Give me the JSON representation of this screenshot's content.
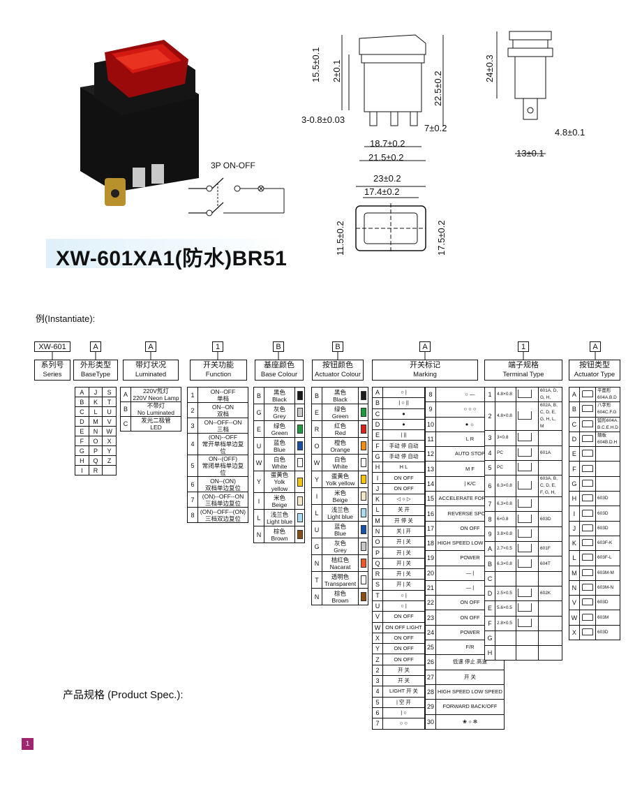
{
  "title": "XW-601XA1(防水)BR51",
  "circuit": {
    "label": "3P  ON-OFF"
  },
  "dimensions": {
    "side": [
      "15.5±0.1",
      "2±0.1",
      "22.5±0.2",
      "3-0.8±0.03",
      "7±0.2",
      "18.7±0.2",
      "21.5±0.2"
    ],
    "profile": [
      "24±0.3",
      "4.8±0.1",
      "13±0.1"
    ],
    "top": [
      "23±0.2",
      "17.4±0.2",
      "11.5±0.2",
      "17.5±0.2"
    ]
  },
  "instantiate_label": "例(Instantiate):",
  "product_spec_label": "产品规格 (Product Spec.):",
  "page_number": "1",
  "codes": [
    "XW-601",
    "A",
    "A",
    "1",
    "B",
    "B",
    "A",
    "1",
    "A"
  ],
  "headers": [
    {
      "cn": "系列号",
      "en": "Series"
    },
    {
      "cn": "外形类型",
      "en": "BaseType"
    },
    {
      "cn": "带灯状况",
      "en": "Luminated"
    },
    {
      "cn": "开关功能",
      "en": "Function"
    },
    {
      "cn": "基座颜色",
      "en": "Base Colour"
    },
    {
      "cn": "按钮颜色",
      "en": "Actuator Colour"
    },
    {
      "cn": "开关标记",
      "en": "Marking"
    },
    {
      "cn": "端子规格",
      "en": "Terminal Type"
    },
    {
      "cn": "按钮类型",
      "en": "Actuator Type"
    }
  ],
  "base_type": [
    [
      "A",
      "J",
      "S"
    ],
    [
      "B",
      "K",
      "T"
    ],
    [
      "C",
      "L",
      "U"
    ],
    [
      "D",
      "M",
      "V"
    ],
    [
      "E",
      "N",
      "W"
    ],
    [
      "F",
      "O",
      "X"
    ],
    [
      "G",
      "P",
      "Y"
    ],
    [
      "H",
      "Q",
      "Z"
    ],
    [
      "I",
      "R",
      ""
    ]
  ],
  "luminated": [
    {
      "k": "A",
      "cn": "220V氖灯",
      "en": "220V Neon Lamp"
    },
    {
      "k": "B",
      "cn": "不带灯",
      "en": "No Luminated"
    },
    {
      "k": "C",
      "cn": "发光二极管",
      "en": "LED"
    }
  ],
  "function": [
    {
      "k": "1",
      "a": "ON--OFF",
      "b": "单档"
    },
    {
      "k": "2",
      "a": "ON--ON",
      "b": "双档"
    },
    {
      "k": "3",
      "a": "ON--OFF--ON",
      "b": "三档"
    },
    {
      "k": "4",
      "a": "(ON)--OFF",
      "b": "常开单档单边复位"
    },
    {
      "k": "5",
      "a": "ON--(OFF)",
      "b": "常闭单档单边复位"
    },
    {
      "k": "6",
      "a": "ON--(ON)",
      "b": "双档单边复位"
    },
    {
      "k": "7",
      "a": "(ON)--OFF--ON",
      "b": "三档单边复位"
    },
    {
      "k": "8",
      "a": "(ON)--OFF--(ON)",
      "b": "三档双边复位"
    }
  ],
  "base_colour": [
    {
      "k": "B",
      "cn": "黑色",
      "en": "Black",
      "c": "#1a1a1a"
    },
    {
      "k": "G",
      "cn": "灰色",
      "en": "Grey",
      "c": "#c8c8c8"
    },
    {
      "k": "E",
      "cn": "绿色",
      "en": "Green",
      "c": "#1b9a3c"
    },
    {
      "k": "U",
      "cn": "蓝色",
      "en": "Blue",
      "c": "#1450a8"
    },
    {
      "k": "W",
      "cn": "白色",
      "en": "White",
      "c": "#ffffff"
    },
    {
      "k": "Y",
      "cn": "蛋黄色",
      "en": "Yolk yellow",
      "c": "#f5c400"
    },
    {
      "k": "I",
      "cn": "米色",
      "en": "Beige",
      "c": "#f3e6c4"
    },
    {
      "k": "L",
      "cn": "浅兰色",
      "en": "Light blue",
      "c": "#a9dcf1"
    },
    {
      "k": "N",
      "cn": "棕色",
      "en": "Brown",
      "c": "#8a4e14"
    }
  ],
  "actuator_colour": [
    {
      "k": "B",
      "cn": "黑色",
      "en": "Black",
      "c": "#1a1a1a"
    },
    {
      "k": "E",
      "cn": "绿色",
      "en": "Green",
      "c": "#1b9a3c"
    },
    {
      "k": "R",
      "cn": "红色",
      "en": "Red",
      "c": "#d8201c"
    },
    {
      "k": "O",
      "cn": "橙色",
      "en": "Orange",
      "c": "#f08c12"
    },
    {
      "k": "W",
      "cn": "白色",
      "en": "White",
      "c": "#ffffff"
    },
    {
      "k": "Y",
      "cn": "蛋黄色",
      "en": "Yolk yellow",
      "c": "#f5c400"
    },
    {
      "k": "I",
      "cn": "米色",
      "en": "Beige",
      "c": "#f3e6c4"
    },
    {
      "k": "L",
      "cn": "浅兰色",
      "en": "Light blue",
      "c": "#a9dcf1"
    },
    {
      "k": "U",
      "cn": "蓝色",
      "en": "Blue",
      "c": "#1450a8"
    },
    {
      "k": "G",
      "cn": "灰色",
      "en": "Grey",
      "c": "#c8c8c8"
    },
    {
      "k": "N",
      "cn": "桔红色",
      "en": "Nacarat",
      "c": "#f0582a"
    },
    {
      "k": "T",
      "cn": "透明色",
      "en": "Transparent",
      "c": "#ffffff"
    },
    {
      "k": "N",
      "cn": "棕色",
      "en": "Brown",
      "c": "#8a4e14"
    }
  ],
  "marking_left": [
    {
      "k": "A",
      "v": "○  |"
    },
    {
      "k": "B",
      "v": "|  ○  ||"
    },
    {
      "k": "C",
      "v": "●"
    },
    {
      "k": "D",
      "v": "●"
    },
    {
      "k": "E",
      "v": "|  ||"
    },
    {
      "k": "F",
      "v": "手动 停 自动"
    },
    {
      "k": "G",
      "v": "手动 停 自动"
    },
    {
      "k": "H",
      "v": "H  L"
    },
    {
      "k": "I",
      "v": "ON OFF"
    },
    {
      "k": "J",
      "v": "ON OFF"
    },
    {
      "k": "K",
      "v": "◁  ○  ▷"
    },
    {
      "k": "L",
      "v": "关  开"
    },
    {
      "k": "M",
      "v": "开 停 关"
    },
    {
      "k": "N",
      "v": "关 | 开"
    },
    {
      "k": "O",
      "v": "开 | 关"
    },
    {
      "k": "P",
      "v": "开 | 关"
    },
    {
      "k": "Q",
      "v": "开 | 关"
    },
    {
      "k": "R",
      "v": "开 | 关"
    },
    {
      "k": "S",
      "v": "开 | 关"
    },
    {
      "k": "T",
      "v": "○  |"
    },
    {
      "k": "U",
      "v": "○  |"
    },
    {
      "k": "V",
      "v": "ON  OFF"
    },
    {
      "k": "W",
      "v": "ON OFF LIGHT"
    },
    {
      "k": "X",
      "v": "ON OFF"
    },
    {
      "k": "Y",
      "v": "ON OFF"
    },
    {
      "k": "Z",
      "v": "ON OFF"
    },
    {
      "k": "2",
      "v": "开 关"
    },
    {
      "k": "3",
      "v": "开 关"
    },
    {
      "k": "4",
      "v": "LIGHT 开 关"
    },
    {
      "k": "5",
      "v": "| 空 开"
    },
    {
      "k": "6",
      "v": "|  ○"
    },
    {
      "k": "7",
      "v": "○ ○"
    }
  ],
  "marking_right": [
    {
      "k": "8",
      "v": "○  —"
    },
    {
      "k": "9",
      "v": "○ ○ ○"
    },
    {
      "k": "10",
      "v": "●  ☼"
    },
    {
      "k": "11",
      "v": "L  R"
    },
    {
      "k": "12",
      "v": "AUTO  STOP"
    },
    {
      "k": "13",
      "v": "M  F"
    },
    {
      "k": "14",
      "v": "| K/C"
    },
    {
      "k": "15",
      "v": "ACCELERATE FORWARD"
    },
    {
      "k": "16",
      "v": "REVERSE SPORT"
    },
    {
      "k": "17",
      "v": "ON OFF"
    },
    {
      "k": "18",
      "v": "HIGH SPEED LOW SPEED"
    },
    {
      "k": "19",
      "v": "POWER"
    },
    {
      "k": "20",
      "v": "—  |"
    },
    {
      "k": "21",
      "v": "— |"
    },
    {
      "k": "22",
      "v": "ON OFF"
    },
    {
      "k": "23",
      "v": "ON OFF"
    },
    {
      "k": "24",
      "v": "POWER"
    },
    {
      "k": "25",
      "v": "F/R"
    },
    {
      "k": "26",
      "v": "低速 停止 高速"
    },
    {
      "k": "27",
      "v": "开 关"
    },
    {
      "k": "28",
      "v": "HIGH SPEED LOW SPEED"
    },
    {
      "k": "29",
      "v": "FORWARD BACK/OFF"
    },
    {
      "k": "30",
      "v": "❀ ○ ✻"
    }
  ],
  "terminal_type": [
    {
      "k": "1",
      "s": "4.8×0.8",
      "m": "601A, D, G, H,"
    },
    {
      "k": "2",
      "s": "4.8×0.8",
      "m": "602A, B, C, D, E, G, H, L, M"
    },
    {
      "k": "3",
      "s": "3×0.8",
      "m": ""
    },
    {
      "k": "4",
      "s": "PC",
      "m": "601A"
    },
    {
      "k": "5",
      "s": "PC",
      "m": ""
    },
    {
      "k": "6",
      "s": "6.3×0.8",
      "m": "603A, B, C, D, E, F, G, H,"
    },
    {
      "k": "7",
      "s": "6.3×0.8",
      "m": ""
    },
    {
      "k": "8",
      "s": "6×0.8",
      "m": "603D"
    },
    {
      "k": "9",
      "s": "3.8×0.8",
      "m": ""
    },
    {
      "k": "A",
      "s": "2.7×0.5",
      "m": "601F"
    },
    {
      "k": "B",
      "s": "6.3×0.8",
      "m": "604T"
    },
    {
      "k": "C",
      "s": "",
      "m": ""
    },
    {
      "k": "D",
      "s": "2.5×0.5",
      "m": "602K"
    },
    {
      "k": "E",
      "s": "5.6×0.5",
      "m": ""
    },
    {
      "k": "F",
      "s": "2.8×0.5",
      "m": ""
    },
    {
      "k": "G",
      "s": "",
      "m": ""
    },
    {
      "k": "H",
      "s": "",
      "m": ""
    }
  ],
  "actuator_type": [
    {
      "k": "A",
      "m": "平面形 604A.B.D"
    },
    {
      "k": "B",
      "m": "八字形 604C.F.G"
    },
    {
      "k": "C",
      "m": "弧形604A. B.C.E.H.D"
    },
    {
      "k": "D",
      "m": "翘板 604B.D.H"
    },
    {
      "k": "E",
      "m": ""
    },
    {
      "k": "F",
      "m": ""
    },
    {
      "k": "G",
      "m": ""
    },
    {
      "k": "H",
      "m": "603D"
    },
    {
      "k": "I",
      "m": "603D"
    },
    {
      "k": "J",
      "m": "603D"
    },
    {
      "k": "K",
      "m": "603F-K"
    },
    {
      "k": "L",
      "m": "603F-L"
    },
    {
      "k": "M",
      "m": "603M-M"
    },
    {
      "k": "N",
      "m": "603M-N"
    },
    {
      "k": "V",
      "m": "603D"
    },
    {
      "k": "W",
      "m": "603M"
    },
    {
      "k": "X",
      "m": "603D"
    }
  ]
}
